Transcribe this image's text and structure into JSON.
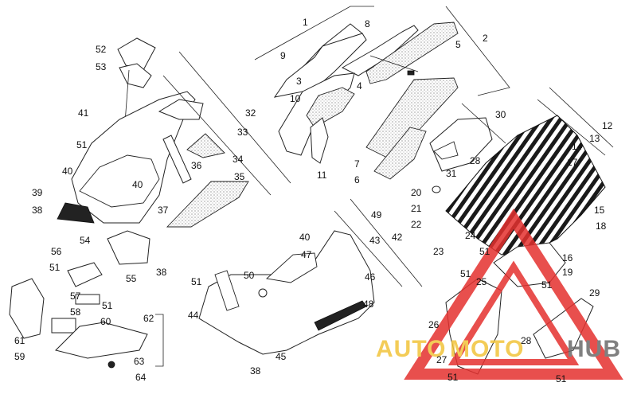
{
  "watermark": {
    "text_auto": "AUTO",
    "text_moto": "MOTO",
    "text_hub": "HUB",
    "colors": {
      "auto": "#f2c43a",
      "moto": "#f2c43a",
      "hub": "#6b6b6b",
      "triangle": "#e5312f"
    }
  },
  "callouts": [
    "1",
    "2",
    "3",
    "4",
    "5",
    "6",
    "7",
    "8",
    "9",
    "10",
    "11",
    "12",
    "13",
    "14",
    "15",
    "16",
    "17",
    "18",
    "19",
    "20",
    "21",
    "22",
    "23",
    "24",
    "25",
    "26",
    "27",
    "28",
    "29",
    "30",
    "31",
    "32",
    "33",
    "34",
    "35",
    "36",
    "37",
    "38",
    "39",
    "40",
    "41",
    "42",
    "43",
    "44",
    "45",
    "46",
    "47",
    "48",
    "49",
    "50",
    "51",
    "52",
    "53",
    "54",
    "55",
    "56",
    "57",
    "58",
    "59",
    "60",
    "61",
    "62",
    "63",
    "64"
  ]
}
